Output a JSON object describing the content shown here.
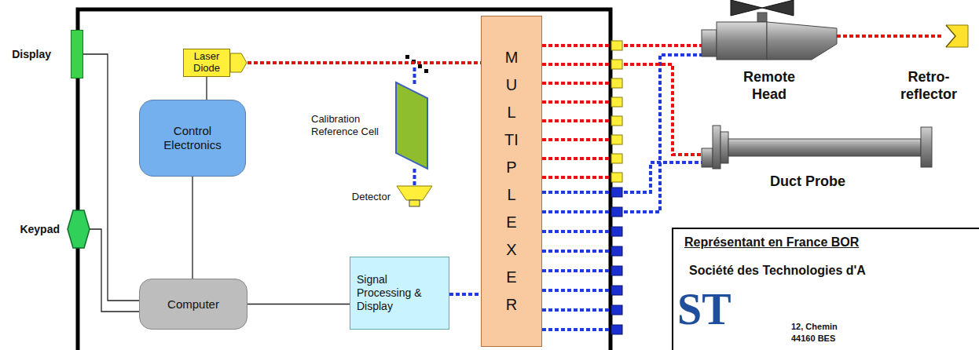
{
  "diagram": {
    "nodes": [
      {
        "text": [
          "Display"
        ]
      },
      {
        "text": [
          "Keypad"
        ]
      },
      {
        "text": [
          "Laser Diode"
        ]
      },
      {
        "text": [
          "Control Electronics"
        ]
      },
      {
        "text": [
          "Calibration Reference Cell"
        ]
      },
      {
        "text": [
          "Detector"
        ]
      },
      {
        "text": [
          "Computer"
        ]
      },
      {
        "text": [
          "Signal Processing & Display"
        ]
      },
      {
        "text": [
          "MULTIPLEXER"
        ]
      },
      {
        "text": [
          "Remote Head"
        ]
      },
      {
        "text": [
          "Retro-reflector"
        ]
      },
      {
        "text": [
          "Duct Probe"
        ]
      },
      {
        "text": [
          "Représentant en France BOR",
          "Société des Technologies d'A",
          "12, Chemin",
          "44160 BES"
        ]
      }
    ],
    "edges": [
      {
        "from": 2,
        "to": 3,
        "arrow": "none"
      },
      {
        "from": 3,
        "to": 6,
        "arrow": "none"
      },
      {
        "from": 0,
        "to": 6,
        "arrow": "none"
      },
      {
        "from": 1,
        "to": 6,
        "arrow": "none"
      },
      {
        "from": 6,
        "to": 7,
        "arrow": "none"
      },
      {
        "from": 2,
        "to": 8,
        "arrow": "none"
      },
      {
        "from": 4,
        "to": 5,
        "arrow": "none"
      },
      {
        "from": 7,
        "to": 8,
        "arrow": "none"
      },
      {
        "from": 8,
        "to": 9,
        "arrow": "none"
      },
      {
        "from": 8,
        "to": 11,
        "arrow": "none"
      },
      {
        "from": 9,
        "to": 10,
        "arrow": "none"
      }
    ],
    "labels": [
      "ST"
    ]
  }
}
